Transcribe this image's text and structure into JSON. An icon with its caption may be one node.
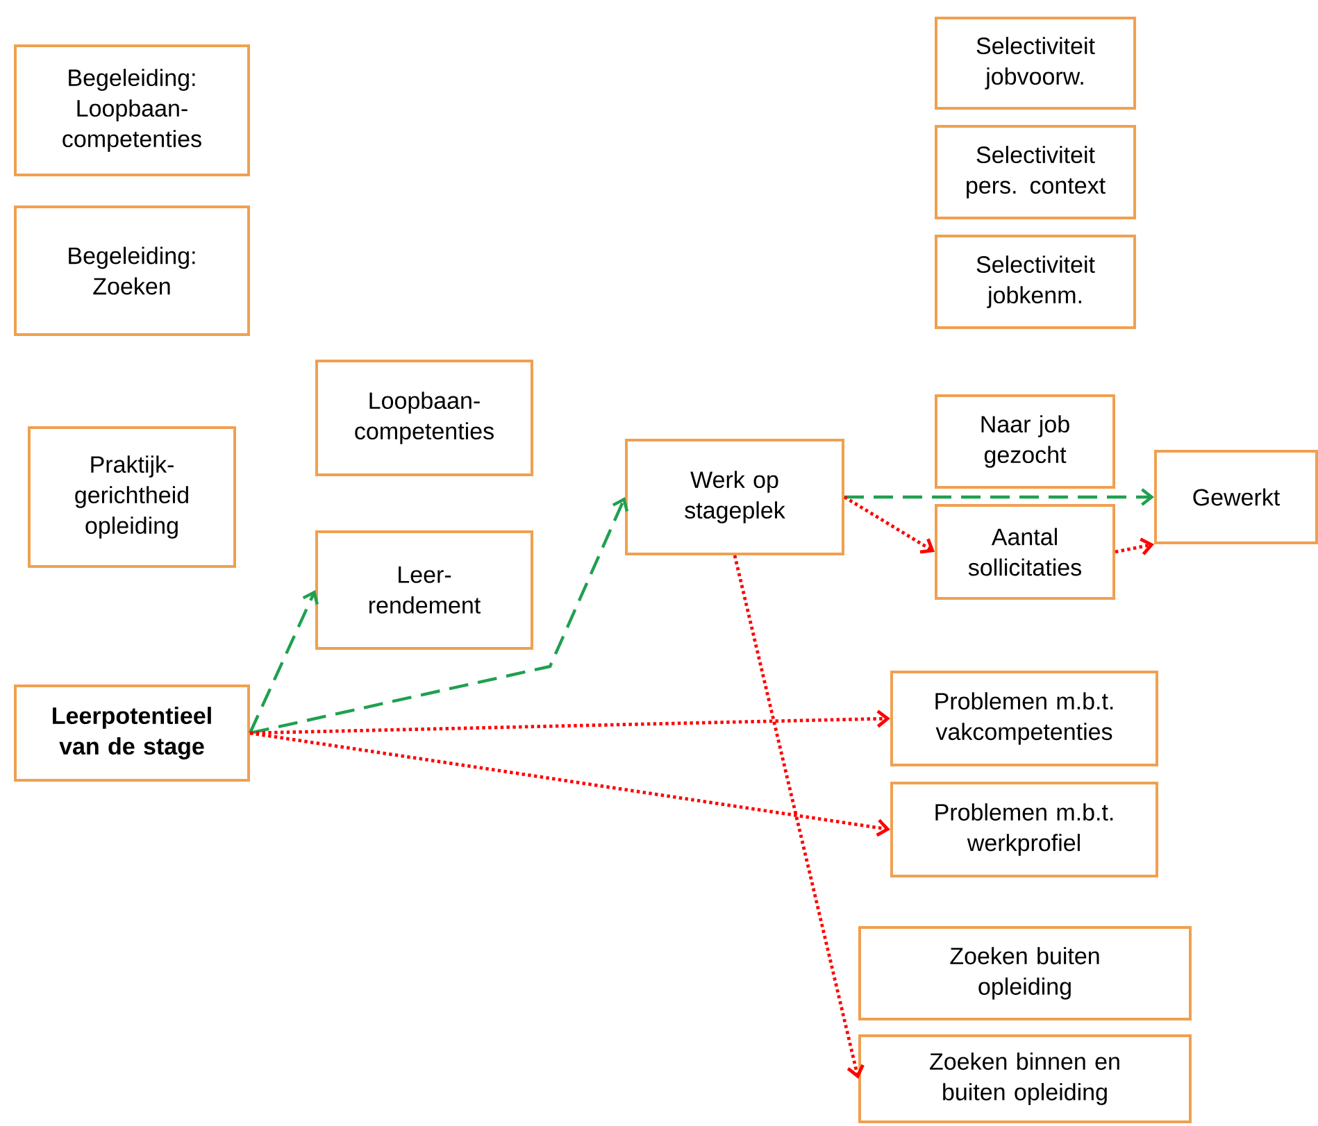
{
  "diagram": {
    "nodes": [
      {
        "text": [
          "Begeleiding: Loopbaan-competenties"
        ]
      },
      {
        "text": [
          "Begeleiding: Zoeken"
        ]
      },
      {
        "text": [
          "Selectiviteit jobvoorw."
        ]
      },
      {
        "text": [
          "Selectiviteit pers. context"
        ]
      },
      {
        "text": [
          "Selectiviteit jobkenm."
        ]
      },
      {
        "text": [
          "Loopbaan-competenties"
        ]
      },
      {
        "text": [
          "Praktijk-gerichtheid opleiding"
        ]
      },
      {
        "text": [
          "Werk op stageplek"
        ]
      },
      {
        "text": [
          "Naar job gezocht"
        ]
      },
      {
        "text": [
          "Gewerkt"
        ]
      },
      {
        "text": [
          "Aantal sollicitaties"
        ]
      },
      {
        "text": [
          "Leer-rendement"
        ]
      },
      {
        "text": [
          "Leerpotentieel van de stage"
        ]
      },
      {
        "text": [
          "Problemen m.b.t. vakcompetenties"
        ]
      },
      {
        "text": [
          "Problemen m.b.t. werkprofiel"
        ]
      },
      {
        "text": [
          "Zoeken buiten opleiding"
        ]
      },
      {
        "text": [
          "Zoeken binnen en buiten opleiding"
        ]
      }
    ],
    "edges": [
      {
        "from": 12,
        "to": 11,
        "arrow": "to",
        "style": "dashed",
        "color": "#1fa050"
      },
      {
        "from": 12,
        "to": 7,
        "arrow": "to",
        "style": "dashed",
        "color": "#1fa050"
      },
      {
        "from": 12,
        "to": 13,
        "arrow": "to"
      },
      {
        "from": 12,
        "to": 14,
        "arrow": "to"
      },
      {
        "from": 7,
        "to": 9,
        "arrow": "to",
        "style": "dashed",
        "color": "#1fa050"
      },
      {
        "from": 7,
        "to": 10,
        "arrow": "to"
      },
      {
        "from": 10,
        "to": 9,
        "arrow": "to"
      },
      {
        "from": 7,
        "to": 16,
        "arrow": "to"
      }
    ]
  }
}
